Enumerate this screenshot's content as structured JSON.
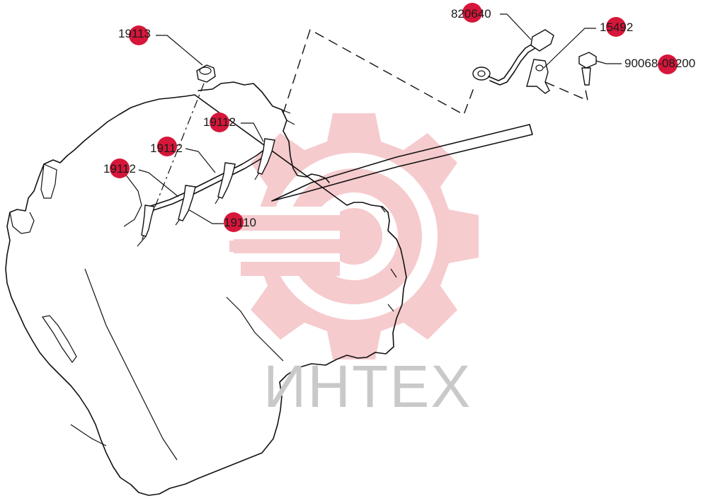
{
  "colors": {
    "callout_dot": "#d6163a",
    "watermark_gear": "#f6c9cc",
    "watermark_text": "#c9c9c9",
    "line": "#111111"
  },
  "watermark": {
    "text": "ИНТЕХ"
  },
  "callouts": [
    {
      "id": "c1",
      "text": "19113"
    },
    {
      "id": "c2",
      "text": "19112"
    },
    {
      "id": "c3",
      "text": "19112"
    },
    {
      "id": "c4",
      "text": "19112"
    },
    {
      "id": "c5",
      "text": "19110"
    },
    {
      "id": "c6",
      "text": "820640"
    },
    {
      "id": "c7",
      "text": "15492"
    },
    {
      "id": "c8",
      "text": "90068-08200"
    }
  ]
}
